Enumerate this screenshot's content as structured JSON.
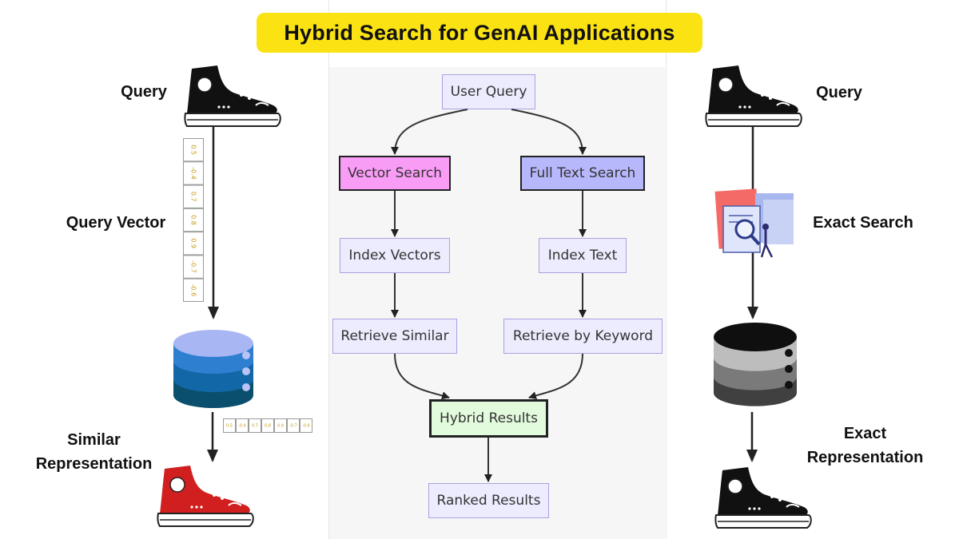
{
  "title": "Hybrid Search for GenAI Applications",
  "left": {
    "query_label": "Query",
    "vector_label": "Query Vector",
    "similar_label_line1": "Similar",
    "similar_label_line2": "Representation",
    "vector_values": [
      "0.5",
      "-0.4",
      "0.7",
      "0.8",
      "0.9",
      "-0.7",
      "-0.6"
    ]
  },
  "right": {
    "query_label": "Query",
    "exact_search_label": "Exact Search",
    "exact_label_line1": "Exact",
    "exact_label_line2": "Representation"
  },
  "flow": {
    "user_query": "User Query",
    "vector_search": "Vector Search",
    "full_text_search": "Full Text Search",
    "index_vectors": "Index Vectors",
    "index_text": "Index Text",
    "retrieve_similar": "Retrieve Similar",
    "retrieve_keyword": "Retrieve by Keyword",
    "hybrid_results": "Hybrid Results",
    "ranked_results": "Ranked Results"
  },
  "colors": {
    "title_bg": "#fbe313",
    "vector_search_bg": "#f99cf6",
    "full_text_bg": "#b7b7fc",
    "hybrid_bg": "#e3fbdd",
    "node_bg": "#ececfe",
    "vector_db": "#2f7fd0",
    "exact_db": "#555555",
    "red_shoe": "#d11f1f"
  }
}
